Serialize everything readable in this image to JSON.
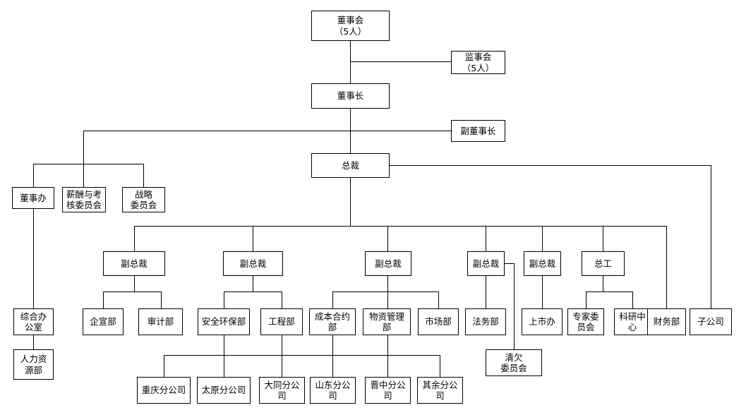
{
  "chart_data": {
    "type": "diagram",
    "title": "",
    "diagram_kind": "organizational-chart",
    "language": "zh-CN",
    "nodes": [
      {
        "id": "board",
        "label": "董事会\n（5人）",
        "level": 0
      },
      {
        "id": "supervisors",
        "label": "监事会\n（5人）",
        "level": 0
      },
      {
        "id": "chairman",
        "label": "董事长",
        "level": 1
      },
      {
        "id": "vice_chairman",
        "label": "副董事长",
        "level": 2
      },
      {
        "id": "president",
        "label": "总裁",
        "level": 3
      },
      {
        "id": "board_office",
        "label": "董事办",
        "level": 4
      },
      {
        "id": "comp_comm",
        "label": "薪酬与考\n核委员会",
        "level": 4
      },
      {
        "id": "strat_comm",
        "label": "战略\n委员会",
        "level": 4
      },
      {
        "id": "vp1",
        "label": "副总裁",
        "level": 5
      },
      {
        "id": "vp2",
        "label": "副总裁",
        "level": 5
      },
      {
        "id": "vp3",
        "label": "副总裁",
        "level": 5
      },
      {
        "id": "vp4",
        "label": "副总裁",
        "level": 5
      },
      {
        "id": "vp5",
        "label": "副总裁",
        "level": 5
      },
      {
        "id": "chief_eng",
        "label": "总工",
        "level": 5
      },
      {
        "id": "gen_office",
        "label": "综合办\n公室",
        "level": 6
      },
      {
        "id": "hr_dept",
        "label": "人力资\n源部",
        "level": 7
      },
      {
        "id": "pr_dept",
        "label": "企宣部",
        "level": 6
      },
      {
        "id": "audit_dept",
        "label": "审计部",
        "level": 6
      },
      {
        "id": "safety_dept",
        "label": "安全环保部",
        "level": 6
      },
      {
        "id": "eng_dept",
        "label": "工程部",
        "level": 6
      },
      {
        "id": "cost_dept",
        "label": "成本合约\n部",
        "level": 6
      },
      {
        "id": "material_dept",
        "label": "物资管理\n部",
        "level": 6
      },
      {
        "id": "market_dept",
        "label": "市场部",
        "level": 6
      },
      {
        "id": "legal_dept",
        "label": "法务部",
        "level": 6
      },
      {
        "id": "ipo_office",
        "label": "上市办",
        "level": 6
      },
      {
        "id": "expert_comm",
        "label": "专家委\n员会",
        "level": 6
      },
      {
        "id": "research_ctr",
        "label": "科研中\n心",
        "level": 6
      },
      {
        "id": "finance_dept",
        "label": "财务部",
        "level": 6
      },
      {
        "id": "subsidiary",
        "label": "子公司",
        "level": 6
      },
      {
        "id": "debt_comm",
        "label": "清欠\n委员会",
        "level": 7
      },
      {
        "id": "branch_cq",
        "label": "重庆分公司",
        "level": 7
      },
      {
        "id": "branch_ty",
        "label": "太原分公司",
        "level": 7
      },
      {
        "id": "branch_dt",
        "label": "大同分公\n司",
        "level": 7
      },
      {
        "id": "branch_sd",
        "label": "山东分公\n司",
        "level": 7
      },
      {
        "id": "branch_jz",
        "label": "晋中分公\n司",
        "level": 7
      },
      {
        "id": "branch_other",
        "label": "其余分公\n司",
        "level": 7
      }
    ],
    "edges": [
      {
        "from": "board",
        "to": "supervisors"
      },
      {
        "from": "board",
        "to": "chairman"
      },
      {
        "from": "chairman",
        "to": "vice_chairman"
      },
      {
        "from": "chairman",
        "to": "president"
      },
      {
        "from": "chairman",
        "to": "board_office"
      },
      {
        "from": "chairman",
        "to": "comp_comm"
      },
      {
        "from": "chairman",
        "to": "strat_comm"
      },
      {
        "from": "board_office",
        "to": "gen_office"
      },
      {
        "from": "gen_office",
        "to": "hr_dept"
      },
      {
        "from": "president",
        "to": "vp1"
      },
      {
        "from": "president",
        "to": "vp2"
      },
      {
        "from": "president",
        "to": "vp3"
      },
      {
        "from": "president",
        "to": "vp4"
      },
      {
        "from": "president",
        "to": "vp5"
      },
      {
        "from": "president",
        "to": "chief_eng"
      },
      {
        "from": "president",
        "to": "finance_dept"
      },
      {
        "from": "president",
        "to": "subsidiary"
      },
      {
        "from": "vp1",
        "to": "pr_dept"
      },
      {
        "from": "vp1",
        "to": "audit_dept"
      },
      {
        "from": "vp2",
        "to": "safety_dept"
      },
      {
        "from": "vp2",
        "to": "eng_dept"
      },
      {
        "from": "vp3",
        "to": "cost_dept"
      },
      {
        "from": "vp3",
        "to": "material_dept"
      },
      {
        "from": "vp3",
        "to": "market_dept"
      },
      {
        "from": "vp4",
        "to": "legal_dept"
      },
      {
        "from": "vp4",
        "to": "debt_comm"
      },
      {
        "from": "vp5",
        "to": "ipo_office"
      },
      {
        "from": "chief_eng",
        "to": "expert_comm"
      },
      {
        "from": "chief_eng",
        "to": "research_ctr"
      },
      {
        "from": "safety_dept",
        "to": "branch_cq"
      },
      {
        "from": "eng_dept",
        "to": "branch_ty"
      },
      {
        "from": "cost_dept",
        "to": "branch_dt"
      },
      {
        "from": "material_dept",
        "to": "branch_sd"
      },
      {
        "from": "material_dept",
        "to": "branch_jz"
      },
      {
        "from": "material_dept",
        "to": "branch_other"
      }
    ],
    "style": {
      "box_fill": "#ffffff",
      "box_border": "#000000",
      "line_color": "#000000",
      "text_color": "#000000",
      "background": "#ffffff"
    }
  },
  "nodes": {
    "board": "董事会\n（5人）",
    "supervisors": "监事会\n（5人）",
    "chairman": "董事长",
    "vice_chairman": "副董事长",
    "president": "总裁",
    "board_office": "董事办",
    "comp_comm": "薪酬与考\n核委员会",
    "strat_comm": "战略\n委员会",
    "vp1": "副总裁",
    "vp2": "副总裁",
    "vp3": "副总裁",
    "vp4": "副总裁",
    "vp5": "副总裁",
    "chief_eng": "总工",
    "gen_office": "综合办\n公室",
    "hr_dept": "人力资\n源部",
    "pr_dept": "企宣部",
    "audit_dept": "审计部",
    "safety_dept": "安全环保部",
    "eng_dept": "工程部",
    "cost_dept": "成本合约\n部",
    "material_dept": "物资管理\n部",
    "market_dept": "市场部",
    "legal_dept": "法务部",
    "ipo_office": "上市办",
    "expert_comm": "专家委\n员会",
    "research_ctr": "科研中\n心",
    "finance_dept": "财务部",
    "subsidiary": "子公司",
    "debt_comm": "清欠\n委员会",
    "branch_cq": "重庆分公司",
    "branch_ty": "太原分公司",
    "branch_dt": "大同分公\n司",
    "branch_sd": "山东分公\n司",
    "branch_jz": "晋中分公\n司",
    "branch_other": "其余分公\n司"
  }
}
